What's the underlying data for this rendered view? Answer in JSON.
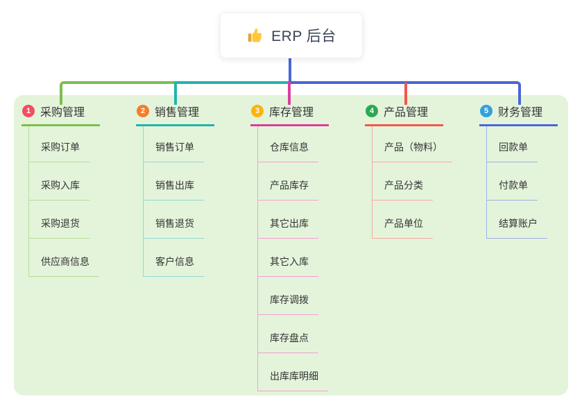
{
  "root": {
    "icon": "thumbs-up-icon",
    "title": "ERP 后台"
  },
  "canvas": {
    "background": "#FFFFFF",
    "panel_background": "#E4F4DB",
    "root_line_color": "#4A66D5",
    "text_color": "#333333"
  },
  "branches": [
    {
      "badge": "1",
      "label": "采购管理",
      "badge_color": "#F44D62",
      "line_color": "#7CBE4B",
      "light_line_color": "#B5DB97",
      "children": [
        "采购订单",
        "采购入库",
        "采购退货",
        "供应商信息"
      ]
    },
    {
      "badge": "2",
      "label": "销售管理",
      "badge_color": "#F57D2B",
      "line_color": "#22B5AB",
      "light_line_color": "#90D8D2",
      "children": [
        "销售订单",
        "销售出库",
        "销售退货",
        "客户信息"
      ]
    },
    {
      "badge": "3",
      "label": "库存管理",
      "badge_color": "#FBB40D",
      "line_color": "#DB3E9D",
      "light_line_color": "#F49FCF",
      "children": [
        "仓库信息",
        "产品库存",
        "其它出库",
        "其它入库",
        "库存调拨",
        "库存盘点",
        "出库库明细"
      ]
    },
    {
      "badge": "4",
      "label": "产品管理",
      "badge_color": "#2AAA4E",
      "line_color": "#F2574A",
      "light_line_color": "#F7A9A1",
      "children": [
        "产品（物料）",
        "产品分类",
        "产品单位"
      ]
    },
    {
      "badge": "5",
      "label": "财务管理",
      "badge_color": "#33A0DD",
      "line_color": "#4A66D5",
      "light_line_color": "#9FB0E4",
      "children": [
        "回款单",
        "付款单",
        "结算账户"
      ]
    }
  ]
}
